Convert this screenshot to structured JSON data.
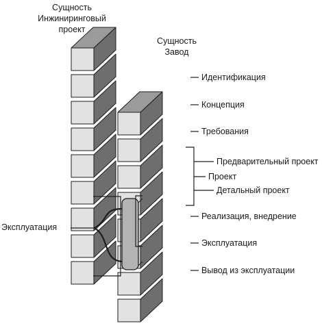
{
  "column_titles": {
    "engineering_line1": "Сущность",
    "engineering_line2": "Инжиниринговый",
    "engineering_line3": "проект",
    "plant_line1": "Сущность",
    "plant_line2": "Завод"
  },
  "stages": {
    "identification": "Идентификация",
    "concept": "Концепция",
    "requirements": "Требования",
    "preliminary_design": "Предварительный проект",
    "design": "Проект",
    "detailed_design": "Детальный проект",
    "implementation": "Реализация, внедрение",
    "operation": "Эксплуатация",
    "decommissioning": "Вывод из эксплуатации"
  },
  "left_label": "Эксплуатация",
  "colors": {
    "brick_front": "#e2e2e2",
    "brick_top": "#9b9b9b",
    "brick_side": "#6e6e6e",
    "connector_bar": "#b3b3b3",
    "outline": "#1e1e1e"
  }
}
